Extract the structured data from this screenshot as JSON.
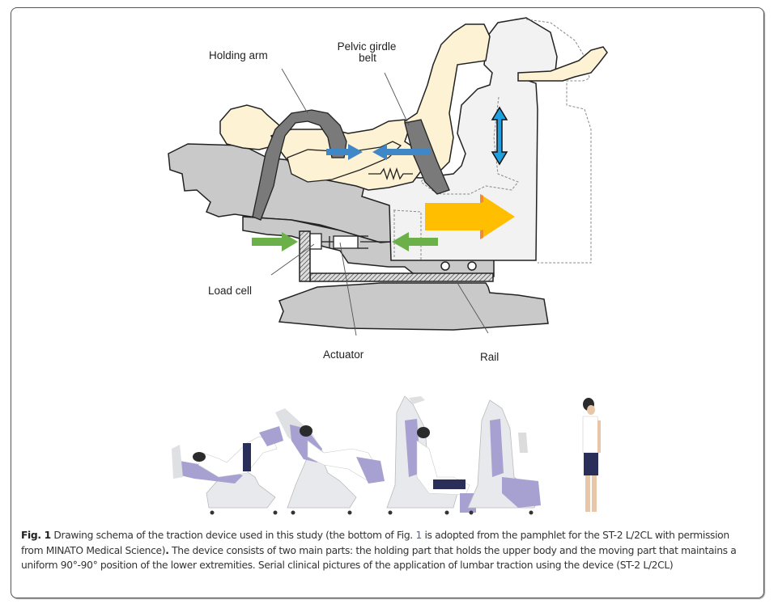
{
  "figure": {
    "labels": {
      "holding_arm": "Holding arm",
      "pelvic_belt_line1": "Pelvic girdle",
      "pelvic_belt_line2": "belt",
      "load_cell": "Load cell",
      "actuator": "Actuator",
      "rail": "Rail"
    },
    "colors": {
      "skin": "#fdf2d4",
      "device_gray": "#c8c8c8",
      "strap_gray": "#7a7a7a",
      "seat_light": "#f2f2f2",
      "traction_arrow": "#ffbf00",
      "traction_arrow_edge": "#f28c28",
      "compress_arrow": "#3f87c6",
      "reaction_arrow": "#6cb04a",
      "lift_arrow": "#1ea0e0"
    },
    "photo_strip": {
      "description": "Serial clinical pictures: patient positions on ST-2 L/2CL device",
      "frames": [
        "reclined-with-legs-raised",
        "tilting-up",
        "seated-upright",
        "empty-chair",
        "standing"
      ]
    },
    "caption": {
      "fig_label": "Fig. 1",
      "text_before_ref": " Drawing schema of the traction device used in this study (the bottom of Fig. ",
      "ref": "1",
      "text_after_ref": " is adopted from the pamphlet for the ST-2 L/2CL with permission from MINATO Medical Science)",
      "bold_period": ".",
      "text_rest": " The device consists of two main parts: the holding part that holds the upper body and the moving part that maintains a uniform 90°-90° position of the lower extremities. Serial clinical pictures of the application of lumbar traction using the device (ST-2 L/2CL)"
    }
  }
}
